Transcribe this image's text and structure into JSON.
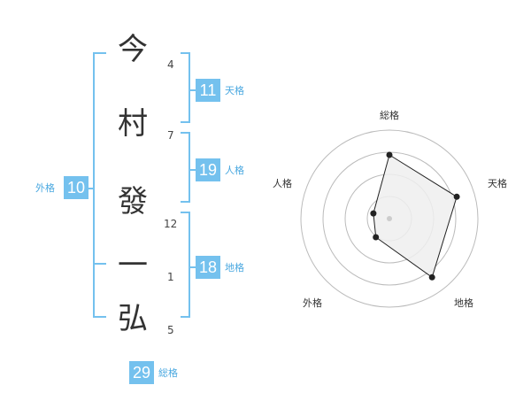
{
  "name": {
    "chars": [
      {
        "char": "今",
        "strokes": "4"
      },
      {
        "char": "村",
        "strokes": "7"
      },
      {
        "char": "發",
        "strokes": "12"
      },
      {
        "char": "一",
        "strokes": "1"
      },
      {
        "char": "弘",
        "strokes": "5"
      }
    ]
  },
  "fortunes": {
    "tenkaku": {
      "value": "11",
      "label": "天格"
    },
    "jinkaku": {
      "value": "19",
      "label": "人格"
    },
    "chikaku": {
      "value": "18",
      "label": "地格"
    },
    "gaikaku": {
      "value": "10",
      "label": "外格"
    },
    "soukaku": {
      "value": "29",
      "label": "総格"
    }
  },
  "colors": {
    "accent": "#74c1ee",
    "bracket": "#74c1ee",
    "label": "#4aa8e0",
    "text": "#333333",
    "radar_ring": "#bbbbbb",
    "radar_fill": "#eeeeee",
    "radar_line": "#222222"
  },
  "chart_data": {
    "type": "radar",
    "axes": [
      "総格",
      "天格",
      "地格",
      "外格",
      "人格"
    ],
    "rings": 4,
    "range": [
      0,
      1
    ],
    "values": [
      0.72,
      0.8,
      0.82,
      0.26,
      0.19
    ]
  }
}
